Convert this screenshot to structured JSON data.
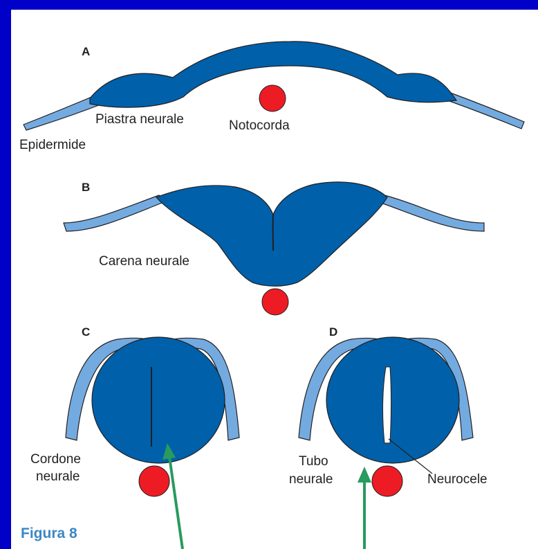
{
  "figure": {
    "caption": "Figura 8",
    "panels": {
      "A": {
        "letter": "A",
        "labels": {
          "epidermis": "Epidermide",
          "neural_plate": "Piastra neurale",
          "notochord": "Notocorda"
        }
      },
      "B": {
        "letter": "B",
        "labels": {
          "neural_keel": "Carena neurale"
        }
      },
      "C": {
        "letter": "C",
        "labels": {
          "neural_rod_line1": "Cordone",
          "neural_rod_line2": "neurale"
        }
      },
      "D": {
        "letter": "D",
        "labels": {
          "neural_tube_line1": "Tubo",
          "neural_tube_line2": "neurale",
          "neurocoel": "Neurocele"
        }
      }
    }
  },
  "colors": {
    "background": "#0000c8",
    "neural_tissue": "#0060aa",
    "epidermis": "#73abe0",
    "notochord": "#ed1c24",
    "arrow": "#2a9a5e",
    "caption": "#3b87c4"
  }
}
